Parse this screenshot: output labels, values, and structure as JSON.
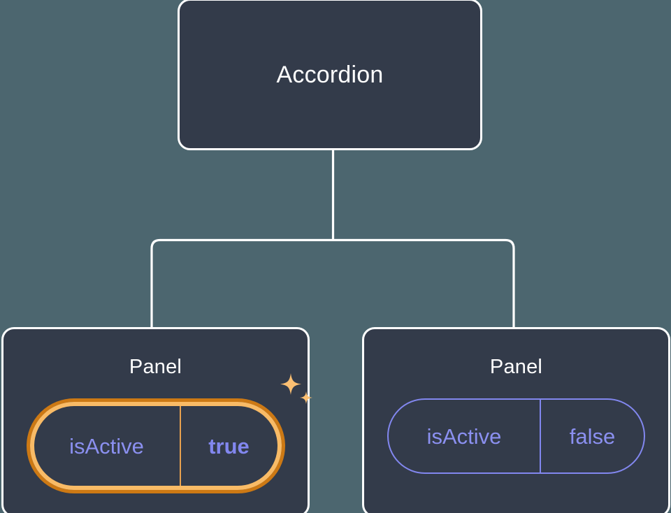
{
  "diagram": {
    "type": "component-tree",
    "background_color": "#4c666f",
    "node_fill_color": "#333b4a",
    "node_border_color": "#ffffff",
    "edge_color": "#ffffff",
    "accent_highlight_color": "#f9bb66",
    "accent_highlight_outer_color": "#cd7914",
    "prop_text_color": "#8b90f0",
    "prop_value_color": "#8287ef"
  },
  "root": {
    "title": "Accordion"
  },
  "children": [
    {
      "title": "Panel",
      "highlighted": true,
      "prop": {
        "key": "isActive",
        "value": "true"
      },
      "sparkle_icon": "sparkles-icon"
    },
    {
      "title": "Panel",
      "highlighted": false,
      "prop": {
        "key": "isActive",
        "value": "false"
      }
    }
  ]
}
